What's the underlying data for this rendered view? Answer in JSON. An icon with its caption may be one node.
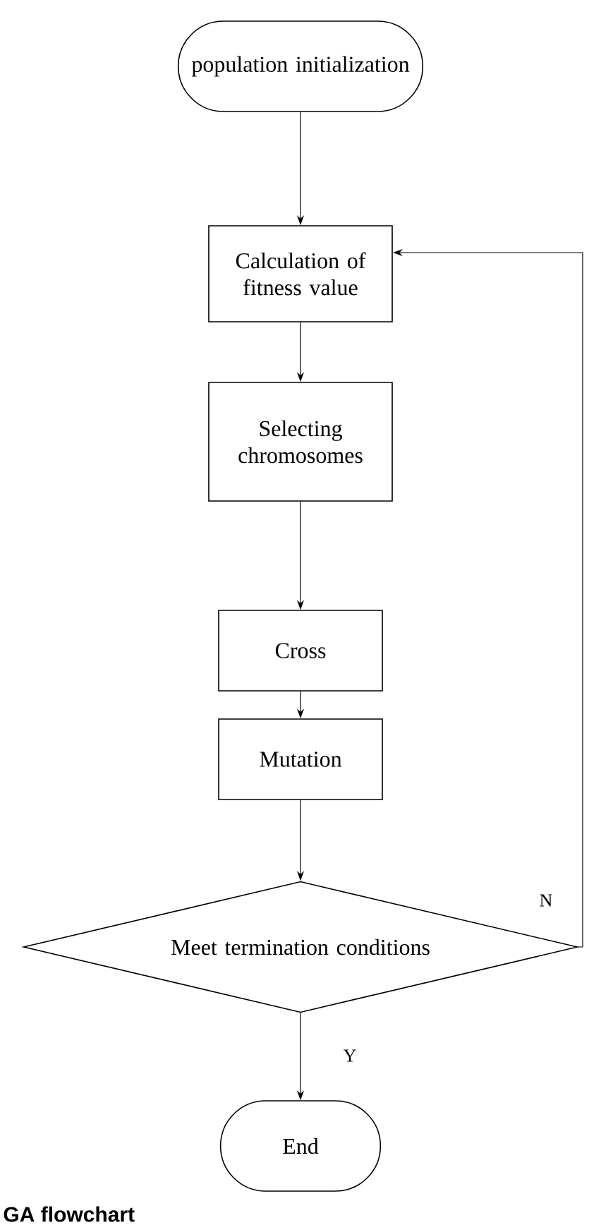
{
  "diagram": {
    "caption": "GA flowchart",
    "nodes": [
      {
        "text": [
          "population initialization"
        ]
      },
      {
        "text": [
          "Calculation of fitness value"
        ]
      },
      {
        "text": [
          "Selecting chromosomes"
        ]
      },
      {
        "text": [
          "Cross"
        ]
      },
      {
        "text": [
          "Mutation"
        ]
      },
      {
        "text": [
          "Meet termination conditions"
        ]
      },
      {
        "text": [
          "End"
        ]
      }
    ],
    "edges": [
      {
        "from": 0,
        "to": 1,
        "arrow": "to"
      },
      {
        "from": 1,
        "to": 2,
        "arrow": "to"
      },
      {
        "from": 2,
        "to": 3,
        "arrow": "to"
      },
      {
        "from": 3,
        "to": 4,
        "arrow": "to"
      },
      {
        "from": 4,
        "to": 5,
        "arrow": "to"
      },
      {
        "from": 5,
        "to": 6,
        "arrow": "to",
        "label": "Y"
      },
      {
        "from": 5,
        "to": 1,
        "arrow": "to",
        "label": "N"
      }
    ]
  }
}
